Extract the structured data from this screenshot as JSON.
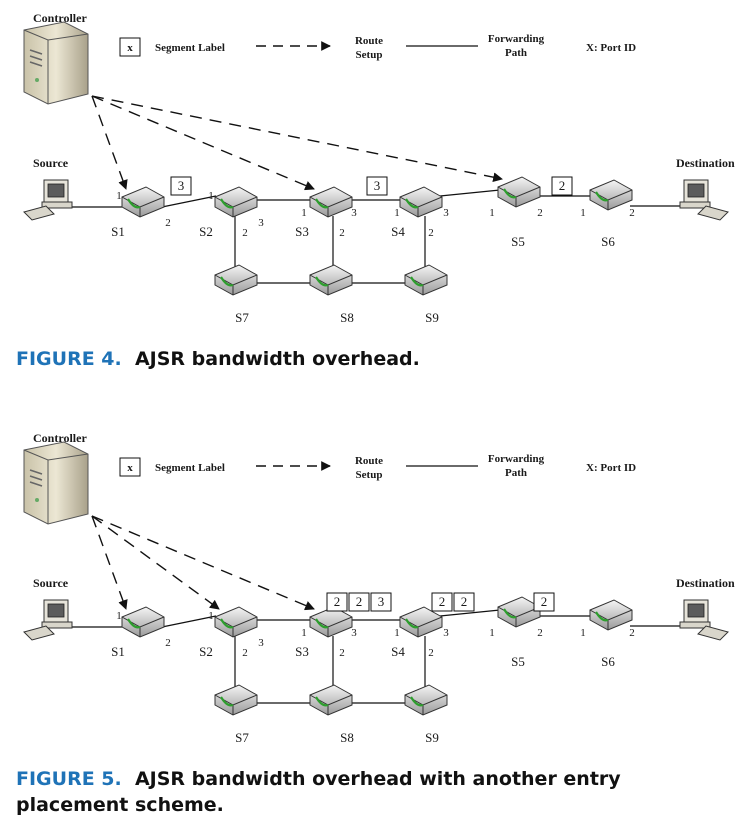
{
  "figures": [
    {
      "caption_number": "FIGURE 4.",
      "caption_text": "AJSR bandwidth overhead.",
      "legend": {
        "label_box": "x",
        "segment_label": "Segment Label",
        "route_setup_1": "Route",
        "route_setup_2": "Setup",
        "forwarding_1": "Forwarding",
        "forwarding_2": "Path",
        "port_id": "X: Port ID"
      },
      "controller": "Controller",
      "source": "Source",
      "destination": "Destination",
      "switches": [
        "S1",
        "S2",
        "S3",
        "S4",
        "S5",
        "S6",
        "S7",
        "S8",
        "S9"
      ],
      "setup_targets": [
        "S1",
        "S3",
        "S5"
      ],
      "label_stacks": [
        {
          "after": "S1",
          "labels": [
            "3"
          ]
        },
        {
          "after": "S3",
          "labels": [
            "3"
          ]
        },
        {
          "after": "S5",
          "labels": [
            "2"
          ]
        }
      ],
      "port_labels": [
        "1",
        "2",
        "1",
        "2",
        "3",
        "1",
        "3",
        "2",
        "1",
        "3",
        "2",
        "1",
        "2",
        "1",
        "2"
      ]
    },
    {
      "caption_number": "FIGURE 5.",
      "caption_text": "AJSR bandwidth overhead with another entry placement scheme.",
      "legend": {
        "label_box": "x",
        "segment_label": "Segment Label",
        "route_setup_1": "Route",
        "route_setup_2": "Setup",
        "forwarding_1": "Forwarding",
        "forwarding_2": "Path",
        "port_id": "X: Port ID"
      },
      "controller": "Controller",
      "source": "Source",
      "destination": "Destination",
      "switches": [
        "S1",
        "S2",
        "S3",
        "S4",
        "S5",
        "S6",
        "S7",
        "S8",
        "S9"
      ],
      "setup_targets": [
        "S1",
        "S2",
        "S3"
      ],
      "label_stacks": [
        {
          "after": "S3",
          "labels": [
            "2",
            "2",
            "3"
          ]
        },
        {
          "after": "S4",
          "labels": [
            "2",
            "2"
          ]
        },
        {
          "after": "S5",
          "labels": [
            "2"
          ]
        }
      ],
      "port_labels": [
        "1",
        "2",
        "1",
        "2",
        "3",
        "1",
        "3",
        "2",
        "1",
        "3",
        "2",
        "1",
        "2",
        "1",
        "2"
      ]
    }
  ]
}
